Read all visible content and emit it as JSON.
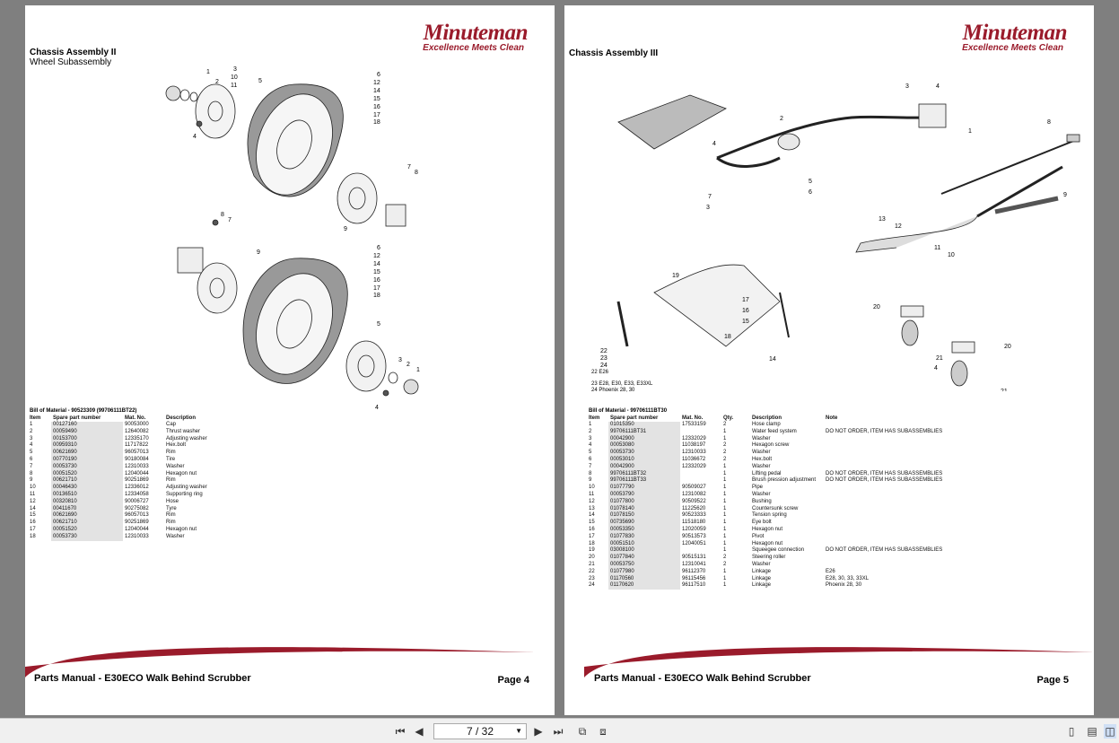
{
  "left_page": {
    "logo_main": "Minuteman",
    "logo_tagline": "Excellence Meets Clean",
    "title": "Chassis Assembly II",
    "subtitle": "Wheel Subassembly",
    "bom_title": "Bill of Material - 90523309 (99706111BT22)",
    "columns": [
      "Item",
      "Spare part number",
      "Mat. No.",
      "Description"
    ],
    "rows": [
      [
        "1",
        "00127160",
        "90053000",
        "Cap"
      ],
      [
        "2",
        "00059490",
        "12640082",
        "Thrust washer"
      ],
      [
        "3",
        "00153700",
        "12335170",
        "Adjusting washer"
      ],
      [
        "4",
        "00959310",
        "11717822",
        "Hex.bolt"
      ],
      [
        "5",
        "00621690",
        "96057013",
        "Rim"
      ],
      [
        "6",
        "00770190",
        "90180084",
        "Tire"
      ],
      [
        "7",
        "00053730",
        "12310033",
        "Washer"
      ],
      [
        "8",
        "00051520",
        "12040044",
        "Hexagon nut"
      ],
      [
        "9",
        "00621710",
        "90251869",
        "Rim"
      ],
      [
        "10",
        "00046430",
        "12336012",
        "Adjusting washer"
      ],
      [
        "11",
        "00136510",
        "12334058",
        "Supporting ring"
      ],
      [
        "12",
        "00320810",
        "90006727",
        "Hose"
      ],
      [
        "14",
        "00411670",
        "90275082",
        "Tyre"
      ],
      [
        "15",
        "00621690",
        "96057013",
        "Rim"
      ],
      [
        "16",
        "00621710",
        "90251869",
        "Rim"
      ],
      [
        "17",
        "00051520",
        "12040044",
        "Hexagon nut"
      ],
      [
        "18",
        "00053730",
        "12310033",
        "Washer"
      ]
    ],
    "footer_title": "Parts Manual - E30ECO Walk Behind Scrubber",
    "footer_page": "Page 4"
  },
  "right_page": {
    "logo_main": "Minuteman",
    "logo_tagline": "Excellence Meets Clean",
    "title": "Chassis Assembly III",
    "legend": [
      "22  E26",
      "23  E28, E30, E33, E33XL",
      "24  Phoenix 28, 30"
    ],
    "bom_title": "Bill of Material - 99706111BT30",
    "columns": [
      "Item",
      "Spare part number",
      "Mat. No.",
      "Qty.",
      "Description",
      "Note"
    ],
    "rows": [
      [
        "1",
        "01015350",
        "17533159",
        "2",
        "Hose clamp",
        ""
      ],
      [
        "2",
        "99706111BT31",
        "",
        "1",
        "Water feed system",
        "DO NOT ORDER, ITEM HAS SUBASSEMBLIES"
      ],
      [
        "3",
        "00042900",
        "12332029",
        "1",
        "Washer",
        ""
      ],
      [
        "4",
        "00053080",
        "11038197",
        "2",
        "Hexagon screw",
        ""
      ],
      [
        "5",
        "00053730",
        "12310033",
        "2",
        "Washer",
        ""
      ],
      [
        "6",
        "00053010",
        "11036672",
        "2",
        "Hex.bolt",
        ""
      ],
      [
        "7",
        "00042900",
        "12332029",
        "1",
        "Washer",
        ""
      ],
      [
        "8",
        "99706111BT32",
        "",
        "1",
        "Lifting pedal",
        "DO NOT ORDER, ITEM HAS SUBASSEMBLIES"
      ],
      [
        "9",
        "99706111BT33",
        "",
        "1",
        "Brush pression adjustment",
        "DO NOT ORDER, ITEM HAS SUBASSEMBLIES"
      ],
      [
        "10",
        "01077790",
        "90509027",
        "1",
        "Pipe",
        ""
      ],
      [
        "11",
        "00053790",
        "12310082",
        "1",
        "Washer",
        ""
      ],
      [
        "12",
        "01077800",
        "90509522",
        "1",
        "Bushing",
        ""
      ],
      [
        "13",
        "01078140",
        "11225620",
        "1",
        "Countersunk screw",
        ""
      ],
      [
        "14",
        "01078150",
        "90523333",
        "1",
        "Tension spring",
        ""
      ],
      [
        "15",
        "00735690",
        "11518180",
        "1",
        "Eye bolt",
        ""
      ],
      [
        "16",
        "00053350",
        "12020059",
        "1",
        "Hexagon nut",
        ""
      ],
      [
        "17",
        "01077830",
        "90513573",
        "1",
        "Pivot",
        ""
      ],
      [
        "18",
        "00051510",
        "12040051",
        "1",
        "Hexagon nut",
        ""
      ],
      [
        "19",
        "03008100",
        "",
        "1",
        "Squeegee connection",
        "DO NOT ORDER, ITEM HAS SUBASSEMBLIES"
      ],
      [
        "20",
        "01077840",
        "90515131",
        "2",
        "Steering roller",
        ""
      ],
      [
        "21",
        "00053750",
        "12310041",
        "2",
        "Washer",
        ""
      ],
      [
        "22",
        "01077980",
        "96112370",
        "1",
        "Linkage",
        "E26"
      ],
      [
        "23",
        "01170560",
        "96115456",
        "1",
        "Linkage",
        "E28, 30, 33, 33XL"
      ],
      [
        "24",
        "01170620",
        "96117510",
        "1",
        "Linkage",
        "Phoenix 28, 30"
      ]
    ],
    "footer_title": "Parts Manual - E30ECO Walk Behind Scrubber",
    "footer_page": "Page 5"
  },
  "toolbar": {
    "page_indicator": "7 / 32",
    "first_icon": "first-page-icon",
    "prev_icon": "prev-page-icon",
    "next_icon": "next-page-icon",
    "last_icon": "last-page-icon"
  },
  "colors": {
    "brand": "#9a1b2b",
    "viewer_bg": "#7f7f7f"
  }
}
